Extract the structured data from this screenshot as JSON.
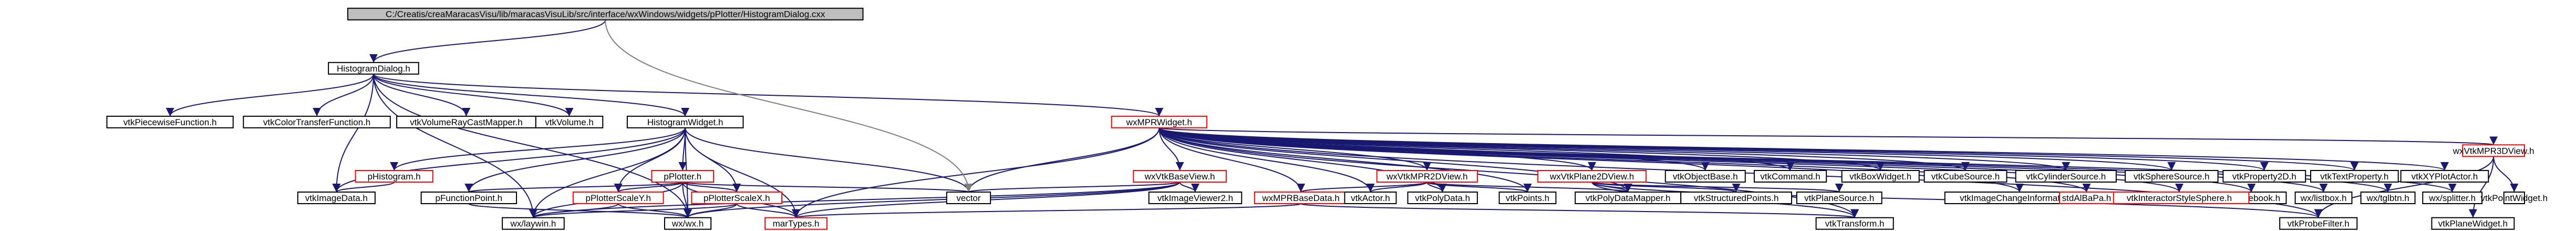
{
  "colors": {
    "edge": "#191970",
    "edge_alt": "#808080",
    "node_fill": "#ffffff",
    "root_fill": "#bfbfbf",
    "node_stroke": "#000000",
    "red_stroke": "#ff0000"
  },
  "nodes": {
    "root": "C:/Creatis/creaMaracasVisu/lib/maracasVisuLib/src/interface/wxWindows/widgets/pPlotter/HistogramDialog.cxx",
    "HistogramDialog": "HistogramDialog.h",
    "pPiecewiseFunction": "vtkPiecewiseFunction.h",
    "pColorTransfer": "vtkColorTransferFunction.h",
    "pVolumeRayCast": "vtkVolumeRayCastMapper.h",
    "pVolume": "vtkVolume.h",
    "HistogramWidget": "HistogramWidget.h",
    "wxMPRWidget": "wxMPRWidget.h",
    "pHistogram": "pHistogram.h",
    "vtkImageData": "vtkImageData.h",
    "pPlotter": "pPlotter.h",
    "pFunctionPoint": "pFunctionPoint.h",
    "pPlotterScaleY": "pPlotterScaleY.h",
    "pPlotterScaleX": "pPlotterScaleX.h",
    "wxLayout": "wx/laywin.h",
    "wxWx": "wx/wx.h",
    "marTypes": "marTypes.h",
    "vector": "vector",
    "wxVtkBaseView": "wxVtkBaseView.h",
    "wxVtkMPR2DView": "wxVtkMPR2DView.h",
    "vtkImageViewer2": "vtkImageViewer2.h",
    "wxMPRBaseData": "wxMPRBaseData.h",
    "vtkActor": "vtkActor.h",
    "vtkPolyData": "vtkPolyData.h",
    "wxVtkPlane2DView": "wxVtkPlane2DView.h",
    "vtkPoints": "vtkPoints.h",
    "vtkPolyDataMapper": "vtkPolyDataMapper.h",
    "vtkStructuredPoints": "vtkStructuredPoints.h",
    "vtkPlaneSource": "vtkPlaneSource.h",
    "vtkObjectBase": "vtkObjectBase.h",
    "vtkCommand": "vtkCommand.h",
    "vtkBoxWidget": "vtkBoxWidget.h",
    "vtkCubeSource": "vtkCubeSource.h",
    "vtkCylinderSource": "vtkCylinderSource.h",
    "vtkSphereSource": "vtkSphereSource.h",
    "vtkImageChangeInformation": "vtkImageChangeInformation.h",
    "vtkTransform": "vtkTransform.h",
    "vtkProperty2D": "vtkProperty2D.h",
    "vtkTextProperty": "vtkTextProperty.h",
    "vtkXYPlotActor": "vtkXYPlotActor.h",
    "wxNotebook": "wx/notebook.h",
    "wxListbox": "wx/listbox.h",
    "wxTglbtn": "wx/tglbtn.h",
    "wxSplitter": "wx/splitter.h",
    "vtkInteractorStyleSphere": "vtkInteractorStyleSphere.h",
    "stdAlBaPa": "stdAlBaPa.h",
    "wxVtkMPR3DView": "wxVtkMPR3DView.h",
    "vtkProbeFilter": "vtkProbeFilter.h",
    "vtkPlaneWidget": "vtkPlaneWidget.h",
    "vtkPointWidget": "vtkPointWidget.h"
  },
  "edges": [
    [
      "root",
      "HistogramDialog"
    ],
    [
      "HistogramDialog",
      "pPiecewiseFunction"
    ],
    [
      "HistogramDialog",
      "pColorTransfer"
    ],
    [
      "HistogramDialog",
      "pVolumeRayCast"
    ],
    [
      "HistogramDialog",
      "pVolume"
    ],
    [
      "HistogramDialog",
      "HistogramWidget"
    ],
    [
      "HistogramDialog",
      "wxMPRWidget"
    ],
    [
      "HistogramDialog",
      "vtkImageData"
    ],
    [
      "HistogramDialog",
      "wxLayout"
    ],
    [
      "HistogramDialog",
      "wxWx"
    ],
    [
      "HistogramWidget",
      "pHistogram"
    ],
    [
      "HistogramWidget",
      "vtkImageData"
    ],
    [
      "HistogramWidget",
      "pPlotter"
    ],
    [
      "HistogramWidget",
      "pFunctionPoint"
    ],
    [
      "HistogramWidget",
      "pPlotterScaleY"
    ],
    [
      "HistogramWidget",
      "pPlotterScaleX"
    ],
    [
      "HistogramWidget",
      "vector"
    ],
    [
      "HistogramWidget",
      "wxLayout"
    ],
    [
      "HistogramWidget",
      "wxWx"
    ],
    [
      "HistogramWidget",
      "marTypes"
    ],
    [
      "pHistogram",
      "vtkImageData"
    ],
    [
      "pPlotter",
      "pFunctionPoint"
    ],
    [
      "pPlotter",
      "pPlotterScaleY"
    ],
    [
      "pPlotter",
      "pPlotterScaleX"
    ],
    [
      "pPlotter",
      "vector"
    ],
    [
      "pPlotter",
      "wxLayout"
    ],
    [
      "pPlotter",
      "wxWx"
    ],
    [
      "pPlotter",
      "marTypes"
    ],
    [
      "pFunctionPoint",
      "wxWx"
    ],
    [
      "pPlotterScaleY",
      "wxLayout"
    ],
    [
      "pPlotterScaleY",
      "wxWx"
    ],
    [
      "pPlotterScaleX",
      "wxLayout"
    ],
    [
      "pPlotterScaleX",
      "wxWx"
    ],
    [
      "pPlotterScaleX",
      "marTypes"
    ],
    [
      "wxMPRWidget",
      "vector"
    ],
    [
      "wxMPRWidget",
      "wxVtkBaseView"
    ],
    [
      "wxMPRWidget",
      "wxVtkMPR2DView"
    ],
    [
      "wxMPRWidget",
      "wxMPRBaseData"
    ],
    [
      "wxMPRWidget",
      "vtkActor"
    ],
    [
      "wxMPRWidget",
      "vtkPolyData"
    ],
    [
      "wxMPRWidget",
      "wxVtkPlane2DView"
    ],
    [
      "wxMPRWidget",
      "vtkPoints"
    ],
    [
      "wxMPRWidget",
      "vtkPolyDataMapper"
    ],
    [
      "wxMPRWidget",
      "vtkObjectBase"
    ],
    [
      "wxMPRWidget",
      "vtkCommand"
    ],
    [
      "wxMPRWidget",
      "vtkBoxWidget"
    ],
    [
      "wxMPRWidget",
      "vtkCubeSource"
    ],
    [
      "wxMPRWidget",
      "vtkCylinderSource"
    ],
    [
      "wxMPRWidget",
      "vtkSphereSource"
    ],
    [
      "wxMPRWidget",
      "vtkProperty2D"
    ],
    [
      "wxMPRWidget",
      "vtkTextProperty"
    ],
    [
      "wxMPRWidget",
      "vtkXYPlotActor"
    ],
    [
      "wxMPRWidget",
      "wxNotebook"
    ],
    [
      "wxMPRWidget",
      "wxListbox"
    ],
    [
      "wxMPRWidget",
      "wxTglbtn"
    ],
    [
      "wxMPRWidget",
      "wxSplitter"
    ],
    [
      "wxMPRWidget",
      "vtkInteractorStyleSphere"
    ],
    [
      "wxMPRWidget",
      "stdAlBaPa"
    ],
    [
      "wxMPRWidget",
      "wxVtkMPR3DView"
    ],
    [
      "wxMPRWidget",
      "vtkImageChangeInformation"
    ],
    [
      "wxMPRWidget",
      "vtkProbeFilter"
    ],
    [
      "wxMPRWidget",
      "vtkTransform"
    ],
    [
      "wxMPRWidget",
      "marTypes"
    ],
    [
      "wxVtkBaseView",
      "vtkImageViewer2"
    ],
    [
      "wxVtkBaseView",
      "vector"
    ],
    [
      "wxVtkBaseView",
      "wxLayout"
    ],
    [
      "wxVtkBaseView",
      "wxWx"
    ],
    [
      "wxVtkBaseView",
      "marTypes"
    ],
    [
      "wxVtkMPR2DView",
      "wxMPRBaseData"
    ],
    [
      "wxVtkMPR2DView",
      "vtkActor"
    ],
    [
      "wxVtkMPR2DView",
      "vtkPolyData"
    ],
    [
      "wxVtkMPR2DView",
      "vtkPoints"
    ],
    [
      "wxVtkMPR2DView",
      "vtkPolyDataMapper"
    ],
    [
      "wxMPRBaseData",
      "marTypes"
    ],
    [
      "wxMPRBaseData",
      "vtkTransform"
    ],
    [
      "wxVtkPlane2DView",
      "vtkStructuredPoints"
    ],
    [
      "wxVtkPlane2DView",
      "vtkPlaneSource"
    ],
    [
      "wxVtkPlane2DView",
      "vtkPolyDataMapper"
    ],
    [
      "wxVtkPlane2DView",
      "vtkProbeFilter"
    ],
    [
      "wxVtkPlane2DView",
      "vtkTransform"
    ],
    [
      "wxVtkMPR3DView",
      "vtkPlaneWidget"
    ],
    [
      "wxVtkMPR3DView",
      "vtkPointWidget"
    ],
    [
      "wxVtkMPR3DView",
      "vtkProbeFilter"
    ],
    [
      "root",
      "vector"
    ]
  ]
}
